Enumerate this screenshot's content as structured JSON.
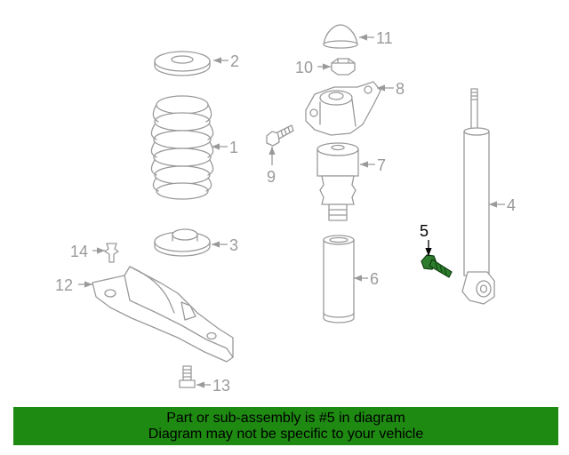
{
  "diagram": {
    "highlight_color": "#2e7d2e",
    "line_color": "#9a9a9a",
    "callouts": {
      "c1": "1",
      "c2": "2",
      "c3": "3",
      "c4": "4",
      "c5": "5",
      "c6": "6",
      "c7": "7",
      "c8": "8",
      "c9": "9",
      "c10": "10",
      "c11": "11",
      "c12": "12",
      "c13": "13",
      "c14": "14"
    }
  },
  "banner": {
    "background": "#1e8a12",
    "line1": "Part or sub-assembly is #5 in diagram",
    "line2": "Diagram may not be specific to your vehicle"
  }
}
